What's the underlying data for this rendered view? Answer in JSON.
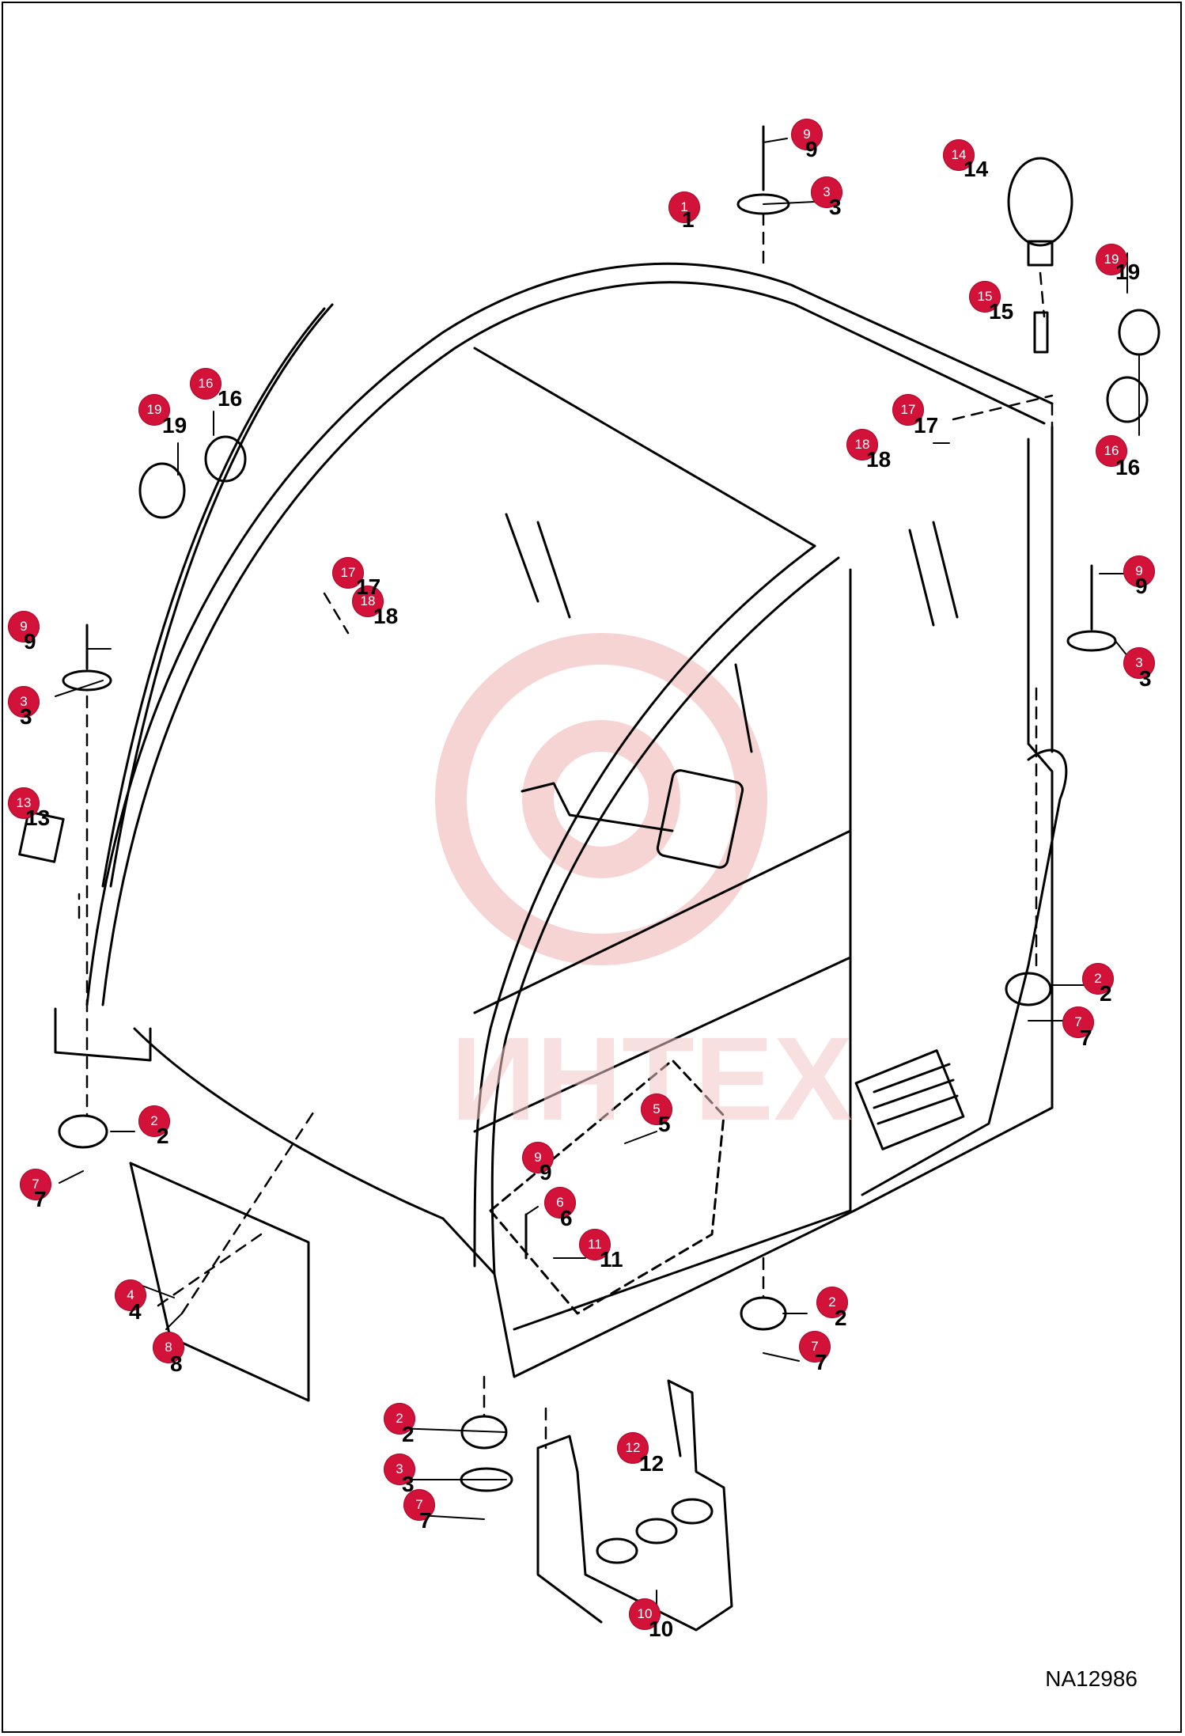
{
  "callouts": [
    "1",
    "2",
    "3",
    "4",
    "5",
    "6",
    "7",
    "8",
    "9",
    "10",
    "11",
    "12",
    "13",
    "14",
    "15",
    "16",
    "17",
    "18",
    "19"
  ],
  "drawing_id": "NA12986",
  "watermark": "ИНТЕХ",
  "colors": {
    "callout": "#d3123a",
    "line": "#000000",
    "watermark": "#f4c7c7"
  }
}
